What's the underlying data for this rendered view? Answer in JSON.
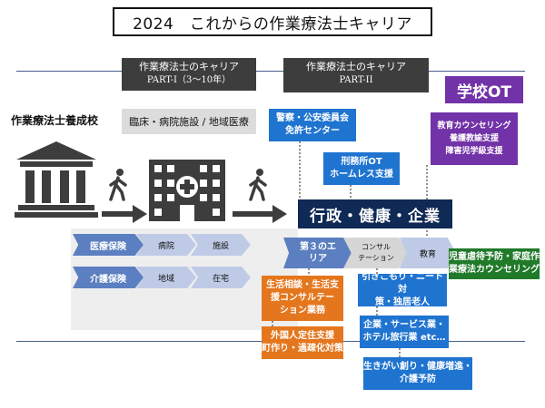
{
  "title": "2024　これからの作業療法士キャリア",
  "part1": {
    "line1": "作業療法士のキャリア",
    "line2": "PART-I（3〜10年）"
  },
  "part2": {
    "line1": "作業療法士のキャリア",
    "line2": "PART-II"
  },
  "school_ot": "学校OT",
  "training_school": "作業療法士養成校",
  "clinical": "臨床・病院施設 / 地域医療",
  "police": {
    "line1": "警察・公安委員会",
    "line2": "免許センター"
  },
  "prison": {
    "line1": "刑務所OT",
    "line2": "ホームレス支援"
  },
  "admin": "行政・健康・企業",
  "school_services": {
    "line1": "教育カウンセリング",
    "line2": "養護教諭支援",
    "line3": "障害児学級支援"
  },
  "medical_insurance": "医療保険",
  "care_insurance": "介護保険",
  "hospital": "病院",
  "facility": "施設",
  "community": "地域",
  "home": "在宅",
  "third_area": {
    "line1": "第３のエ",
    "line2": "リア"
  },
  "consultation": {
    "line1": "コンサル",
    "line2": "テーション"
  },
  "education": "教育",
  "abuse_prevention": {
    "line1": "児童虐待予防・家庭作",
    "line2": "業療法カウンセリング"
  },
  "life_consult": {
    "line1": "生活相談・生活支",
    "line2": "援コンサルテー",
    "line3": "ション業務"
  },
  "hikikomori": {
    "line1": "引きこもり・ニート対",
    "line2": "策・独居老人"
  },
  "foreign_residents": {
    "line1": "外国人定住支援",
    "line2": "町作り・過疎化対策"
  },
  "business": {
    "line1": "企業・サービス業・",
    "line2": "ホテル旅行業 etc…"
  },
  "wellbeing": {
    "line1": "生きがい創り・健康増進・",
    "line2": "介護予防"
  },
  "colors": {
    "navy": "#0e2a55",
    "blue": "#1f74d0",
    "purple": "#7232a8",
    "orange": "#e4771e",
    "green": "#207a2a",
    "chevron": "#5b7fc0"
  },
  "icons": [
    "bank-building-icon",
    "walking-person-icon",
    "hospital-building-icon",
    "arrow-right-icon"
  ]
}
